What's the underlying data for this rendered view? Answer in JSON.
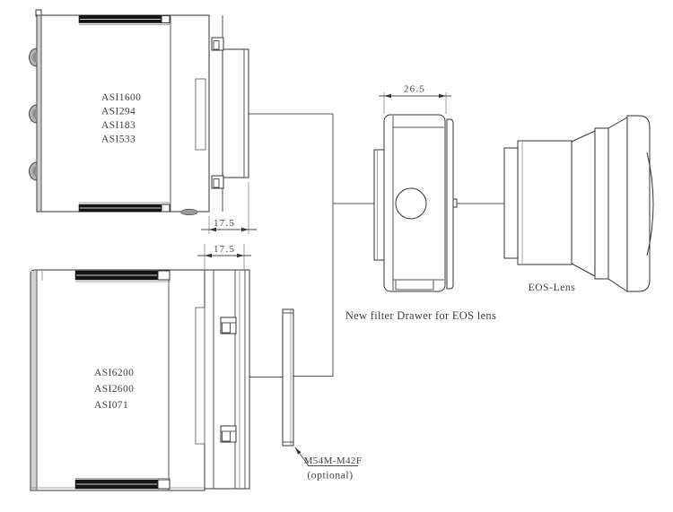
{
  "cameras": [
    {
      "id": "top-group",
      "models": [
        "ASI1600",
        "ASI294",
        "ASI183",
        "ASI533"
      ],
      "back_focus_dimension": "17.5"
    },
    {
      "id": "bottom-group",
      "models": [
        "ASI6200",
        "ASI2600",
        "ASI071"
      ],
      "back_focus_dimension": "17.5"
    }
  ],
  "filter_drawer": {
    "width_dimension": "26.5",
    "caption": "New filter Drawer for EOS lens"
  },
  "lens": {
    "label": "EOS-Lens"
  },
  "adapter": {
    "label": "M54M-M42F",
    "note": "(optional)"
  },
  "colors": {
    "line": "#333333",
    "dark_fill": "#161616",
    "text": "#3f3f3f",
    "background": "#ffffff"
  }
}
